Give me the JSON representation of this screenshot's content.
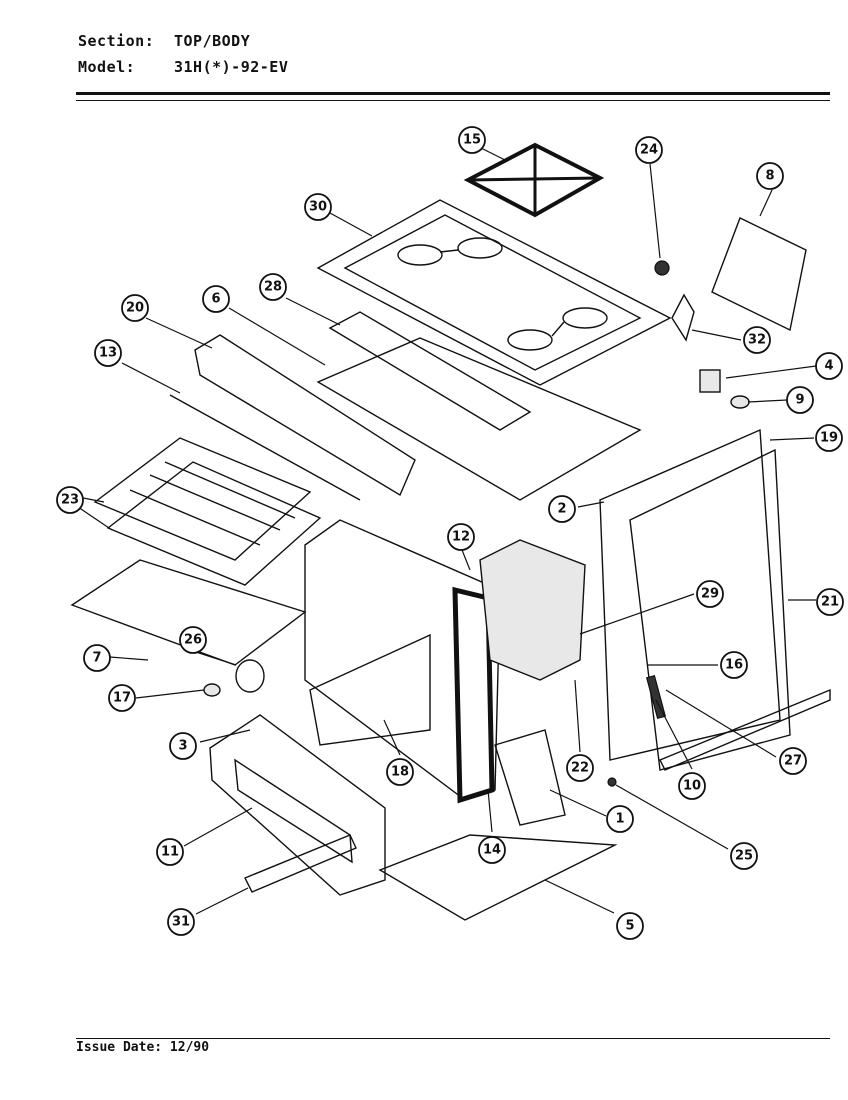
{
  "header": {
    "section_label": "Section:",
    "section_value": "TOP/BODY",
    "model_label": "Model:",
    "model_value": "31H(*)-92-EV"
  },
  "footer": {
    "issue_label": "Issue Date:",
    "issue_value": "12/90"
  },
  "callouts": [
    "1",
    "2",
    "3",
    "4",
    "5",
    "6",
    "7",
    "8",
    "9",
    "10",
    "11",
    "12",
    "13",
    "14",
    "15",
    "16",
    "17",
    "18",
    "19",
    "20",
    "21",
    "22",
    "23",
    "24",
    "25",
    "26",
    "27",
    "28",
    "29",
    "30",
    "31",
    "32"
  ]
}
